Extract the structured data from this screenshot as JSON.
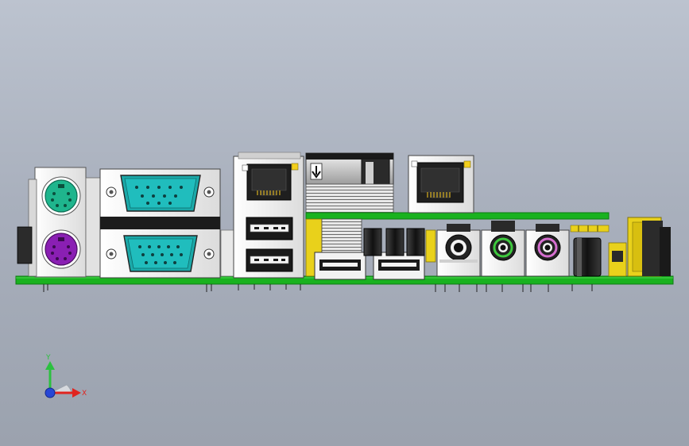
{
  "colors": {
    "background_top": "#bcc3cf",
    "background_bottom": "#9ba2ae",
    "pcb_green": "#19b21f",
    "pcb_green_dark": "#0d7a12",
    "shield_white": "#f2f2f2",
    "ps2_keyboard": "#1fb58d",
    "ps2_mouse": "#8a1fb3",
    "vga_teal": "#1ba9a9",
    "usb_black": "#1a1a1a",
    "audio_black": "#222222",
    "audio_green": "#3ec93e",
    "audio_pink": "#d66fd0",
    "connector_yellow": "#e9d11b",
    "led_yellow": "#f3cf1c",
    "axis_x": "#e0241f",
    "axis_y": "#2cc040",
    "axis_z": "#2747d6"
  },
  "connectors": [
    {
      "name": "ps2-keyboard-port",
      "kind": "ps2",
      "color": "ps2_keyboard"
    },
    {
      "name": "ps2-mouse-port",
      "kind": "ps2",
      "color": "ps2_mouse"
    },
    {
      "name": "serial-port",
      "kind": "db9"
    },
    {
      "name": "vga-port",
      "kind": "db15"
    },
    {
      "name": "rj45-port-1",
      "kind": "rj45"
    },
    {
      "name": "usb-port-1",
      "kind": "usb-a"
    },
    {
      "name": "usb-port-2",
      "kind": "usb-a"
    },
    {
      "name": "cooling-fan",
      "kind": "fan",
      "icon": "down-arrow-icon"
    },
    {
      "name": "usb-port-3",
      "kind": "usb-a"
    },
    {
      "name": "usb-port-4",
      "kind": "usb-a"
    },
    {
      "name": "rj45-port-2",
      "kind": "rj45"
    },
    {
      "name": "audio-jack-line-in",
      "kind": "jack",
      "color": "audio_black"
    },
    {
      "name": "audio-jack-line-out",
      "kind": "jack",
      "color": "audio_green"
    },
    {
      "name": "audio-jack-mic",
      "kind": "jack",
      "color": "audio_pink"
    },
    {
      "name": "power-connector",
      "kind": "header",
      "color": "connector_yellow"
    }
  ],
  "axis_triad": {
    "x_label": "X",
    "y_label": "Y"
  }
}
